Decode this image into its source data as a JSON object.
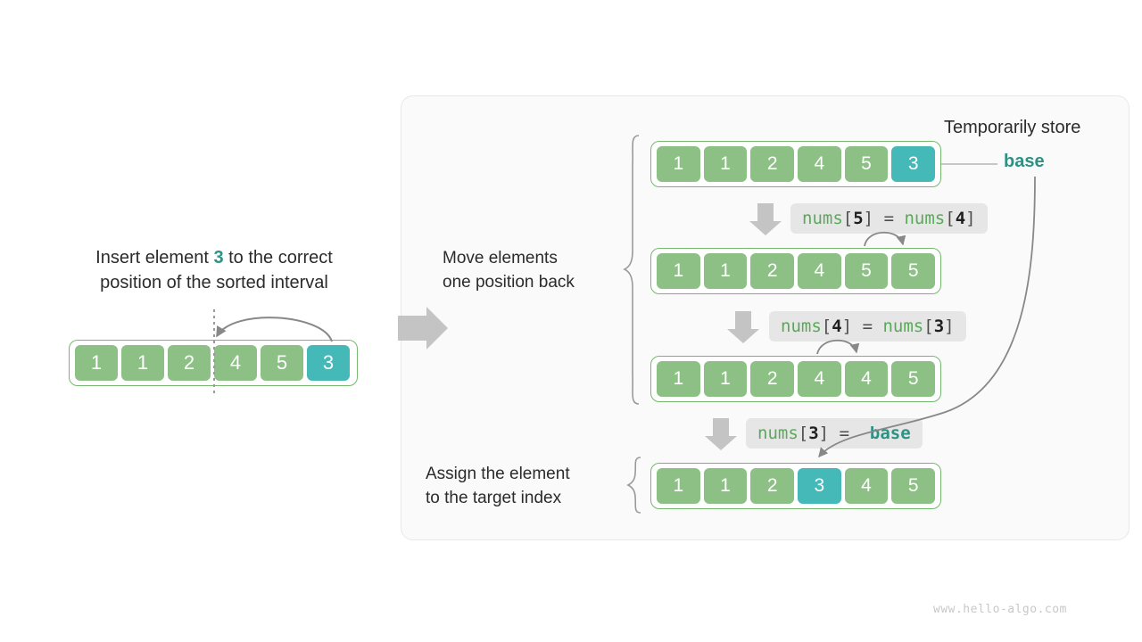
{
  "diagram": {
    "title_left": {
      "line1_before": "Insert element ",
      "highlight": "3",
      "line1_after": " to the correct",
      "line2": "position of the sorted interval"
    },
    "labels": {
      "move_elements_line1": "Move elements",
      "move_elements_line2": "one position back",
      "assign_line1": "Assign the element",
      "assign_line2": "to the target index",
      "temporarily_store": "Temporarily store",
      "base": "base"
    },
    "arrays": {
      "initial": {
        "values": [
          "1",
          "1",
          "2",
          "4",
          "5",
          "3"
        ],
        "highlight_index": 5
      },
      "step1": {
        "values": [
          "1",
          "1",
          "2",
          "4",
          "5",
          "3"
        ],
        "highlight_index": 5
      },
      "step2": {
        "values": [
          "1",
          "1",
          "2",
          "4",
          "5",
          "5"
        ],
        "highlight_index": -1
      },
      "step3": {
        "values": [
          "1",
          "1",
          "2",
          "4",
          "4",
          "5"
        ],
        "highlight_index": -1
      },
      "step4": {
        "values": [
          "1",
          "1",
          "2",
          "3",
          "4",
          "5"
        ],
        "highlight_index": 3
      }
    },
    "expressions": [
      {
        "fn": "nums",
        "open": "[",
        "index": "5",
        "close": "]",
        "eq": "=",
        "rhs_fn": "nums",
        "rhs_open": "[",
        "rhs_index": "4",
        "rhs_close": "]"
      },
      {
        "fn": "nums",
        "open": "[",
        "index": "4",
        "close": "]",
        "eq": "=",
        "rhs_fn": "nums",
        "rhs_open": "[",
        "rhs_index": "3",
        "rhs_close": "]"
      },
      {
        "fn": "nums",
        "open": "[",
        "index": "3",
        "close": "]",
        "eq": "=",
        "rhs_base": "base"
      }
    ],
    "watermark": "www.hello-algo.com",
    "colors": {
      "cell_green": "#8cc084",
      "cell_teal": "#45b8b8",
      "array_border": "#77b86f",
      "accent_teal": "#2d9184",
      "arrow_grey": "#bfbfbf",
      "chip_bg": "#e6e6e6",
      "panel_bg": "#fafafa",
      "code_green": "#5aa85a"
    }
  }
}
